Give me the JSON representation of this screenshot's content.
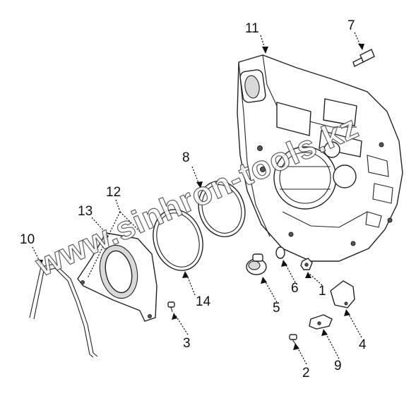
{
  "watermark": "www.sinhron-tools.kz",
  "callouts": {
    "c1": "1",
    "c2": "2",
    "c3": "3",
    "c4": "4",
    "c5": "5",
    "c6": "6",
    "c7": "7",
    "c8": "8",
    "c9": "9",
    "c10": "10",
    "c11": "11",
    "c12": "12",
    "c13": "13",
    "c14": "14"
  }
}
